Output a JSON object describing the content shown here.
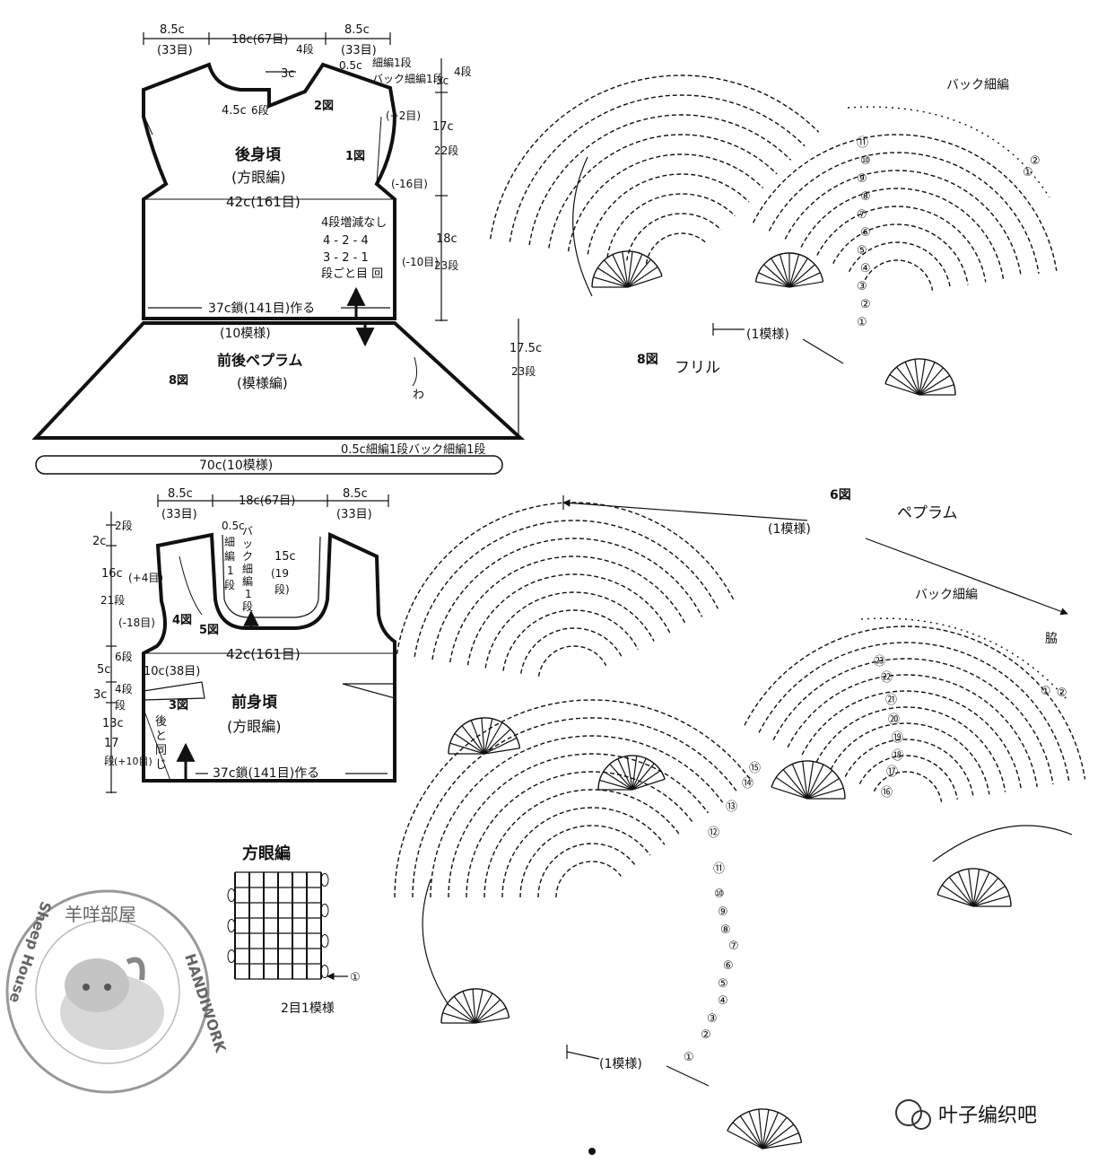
{
  "back_panel": {
    "title": "後身頃",
    "stitch": "(方眼編)",
    "width_label": "42c(161目)",
    "base_label": "37c鎖(141目)作る",
    "top_dims": [
      {
        "cm": "8.5c",
        "st": "(33目)"
      },
      {
        "cm": "18c(67目)",
        "st": ""
      },
      {
        "cm": "8.5c",
        "st": "(33目)"
      }
    ],
    "neck_notes": {
      "rows_4": "4段",
      "cm_3": "3c",
      "cm_45": "4.5c",
      "rows_6": "6段",
      "fig2": "2図",
      "fig1": "1図",
      "edge_cm": "0.5c",
      "edge_line1": "細編1段",
      "edge_line2": "バック細編1段",
      "edge_cm3": "3c",
      "edge_rows": "4段"
    },
    "right_dims": {
      "plus2": "(+2目)",
      "cm17": "17c",
      "rows22": "22段",
      "minus16": "(-16目)",
      "cm18": "18c",
      "minus10": "(-10目)",
      "rows23": "23段"
    },
    "shaping": [
      "4段増減なし",
      "4 - 2 - 4",
      "3 - 2 - 1",
      "段ごと目 回"
    ]
  },
  "peplum": {
    "pattern_count": "(10模様)",
    "title": "前後ペプラム",
    "stitch": "(模様編)",
    "fig": "8図",
    "loop_mark": "わ",
    "height_cm": "17.5c",
    "height_rows": "23段",
    "edge_note": "0.5c細編1段バック細編1段",
    "base_label": "70c(10模様)"
  },
  "front_panel": {
    "title": "前身頃",
    "stitch": "(方眼編)",
    "width_label": "42c(161目)",
    "base_label": "37c鎖(141目)作る",
    "top_dims": [
      {
        "cm": "8.5c",
        "st": "(33目)"
      },
      {
        "cm": "18c(67目)",
        "st": ""
      },
      {
        "cm": "8.5c",
        "st": "(33目)"
      }
    ],
    "neck_edge": [
      "0.5c",
      "細",
      "編",
      "1",
      "段"
    ],
    "neck_edge2": [
      "バ",
      "ッ",
      "ク",
      "細",
      "編",
      "1",
      "段"
    ],
    "neck_depth": [
      "15c",
      "(19",
      "段)"
    ],
    "left_dims": {
      "cm2": "2c",
      "rows2": "2段",
      "cm16": "16c",
      "plus4": "(+4目)",
      "rows21": "21段",
      "minus18": "(-18目)",
      "rows6": "6段",
      "cm5": "5c",
      "rows4": "4段",
      "cm3": "3c",
      "rows4b": "段",
      "cm13": "13c",
      "rows17": "17",
      "rows17b": "段",
      "plus10": "(+10目)"
    },
    "fig4": "4図",
    "fig5": "5図",
    "fig3": "3図",
    "pocket": "10c(38目)",
    "same_as_back": [
      "後",
      "と",
      "同",
      "じ"
    ]
  },
  "frill_chart": {
    "fig": "8図",
    "title": "フリル",
    "repeat": "(1模様)",
    "label": "バック細編",
    "rows": [
      "①",
      "②",
      "③",
      "④",
      "⑤",
      "⑥",
      "⑦",
      "⑧",
      "⑨",
      "⑩",
      "⑪"
    ],
    "edge_rows": [
      "②",
      "①"
    ]
  },
  "peplum_chart": {
    "fig": "6図",
    "title": "ペプラム",
    "repeat_top": "(1模様)",
    "repeat_bottom": "(1模様)",
    "label": "バック細編",
    "side": "脇",
    "rows": [
      "①",
      "②",
      "③",
      "④",
      "⑤",
      "⑥",
      "⑦",
      "⑧",
      "⑨",
      "⑩",
      "⑪",
      "⑫",
      "⑬",
      "⑭",
      "⑮",
      "⑯",
      "⑰",
      "⑱",
      "⑲",
      "⑳",
      "㉑",
      "㉒",
      "㉓"
    ],
    "edge_rows": [
      "①",
      "②"
    ]
  },
  "mesh_swatch": {
    "title": "方眼編",
    "repeat": "2目1模様",
    "row_mark": "①",
    "cols": 6,
    "rows": 7
  },
  "watermark": {
    "top_text": "羊咩部屋",
    "right_text": "HANDIWORK",
    "left_text": "Sheep House"
  },
  "brand": {
    "label": "叶子编织吧"
  }
}
